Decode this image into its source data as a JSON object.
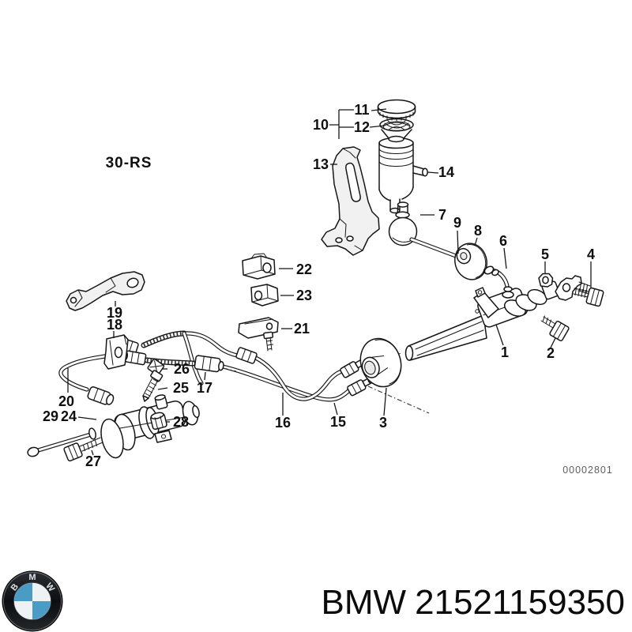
{
  "diagram": {
    "section_label": "30-RS",
    "drawing_number": "00002801",
    "callouts": {
      "c1": "1",
      "c2": "2",
      "c3": "3",
      "c4": "4",
      "c5": "5",
      "c6": "6",
      "c7": "7",
      "c8": "8",
      "c9": "9",
      "c10": "10",
      "c11": "11",
      "c12": "12",
      "c13": "13",
      "c14": "14",
      "c15": "15",
      "c16": "16",
      "c17": "17",
      "c18": "18",
      "c19": "19",
      "c20": "20",
      "c21": "21",
      "c22": "22",
      "c23": "23",
      "c24": "24",
      "c25": "25",
      "c26": "26",
      "c27": "27",
      "c28": "28",
      "c29": "29"
    }
  },
  "footer": {
    "brand": "BMW",
    "part_number": "21521159350",
    "logo_letters": {
      "b": "B",
      "m": "M",
      "w": "W"
    },
    "colors": {
      "bmw_blue": "#4a9cc6",
      "roundel_ring": "#101316"
    }
  }
}
